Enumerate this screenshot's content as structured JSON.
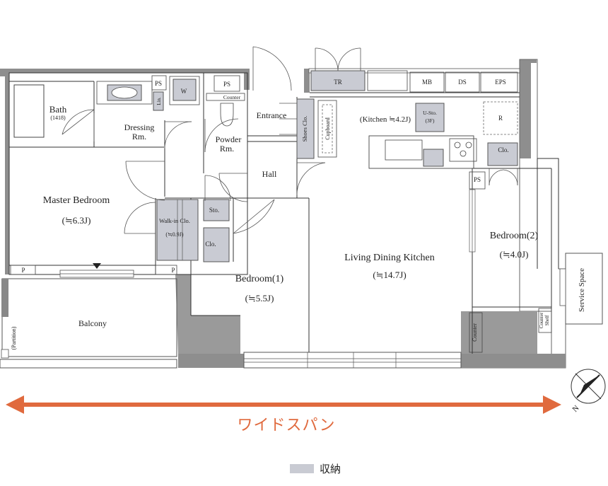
{
  "rooms": {
    "bath": "Bath",
    "bath_sub": "(1418)",
    "dressing": "Dressing",
    "dressing_rm": "Rm.",
    "powder": "Powder",
    "powder_rm": "Rm.",
    "entrance": "Entrance",
    "hall": "Hall",
    "master_bedroom": "Master Bedroom",
    "master_bedroom_size": "(≒6.3J)",
    "walk_in_closet": "Walk-in Clo.",
    "walk_in_closet_size": "(≒0.9J)",
    "bedroom1": "Bedroom(1)",
    "bedroom1_size": "(≒5.5J)",
    "ldk": "Living Dining Kitchen",
    "ldk_size": "(≒14.7J)",
    "bedroom2": "Bedroom(2)",
    "bedroom2_size": "(≒4.0J)",
    "kitchen": "(Kitchen ≒4.2J)",
    "balcony": "Balcony",
    "partition": "(Partition)",
    "service_space": "Service Space"
  },
  "fixtures": {
    "ps": "PS",
    "w": "W",
    "lin": "Lin.",
    "counter": "Counter",
    "shoes_clo": "Shoes Clo.",
    "cupboard": "Cupboard",
    "tr": "TR",
    "mb": "MB",
    "ds": "DS",
    "eps": "EPS",
    "u_sto": "U-Sto.",
    "u_sto_floor": "(3F)",
    "r": "R",
    "clo": "Clo.",
    "sto": "Sto.",
    "p": "P",
    "counter_shelf_1": "Counter",
    "counter_shelf_2": "Shelf"
  },
  "wide_span": "ワイドスパン",
  "legend": "収納",
  "compass_label": "N",
  "colors": {
    "storage": "#c9cbd3",
    "wall": "#8e8e8e",
    "arrow": "#e06a3e"
  }
}
